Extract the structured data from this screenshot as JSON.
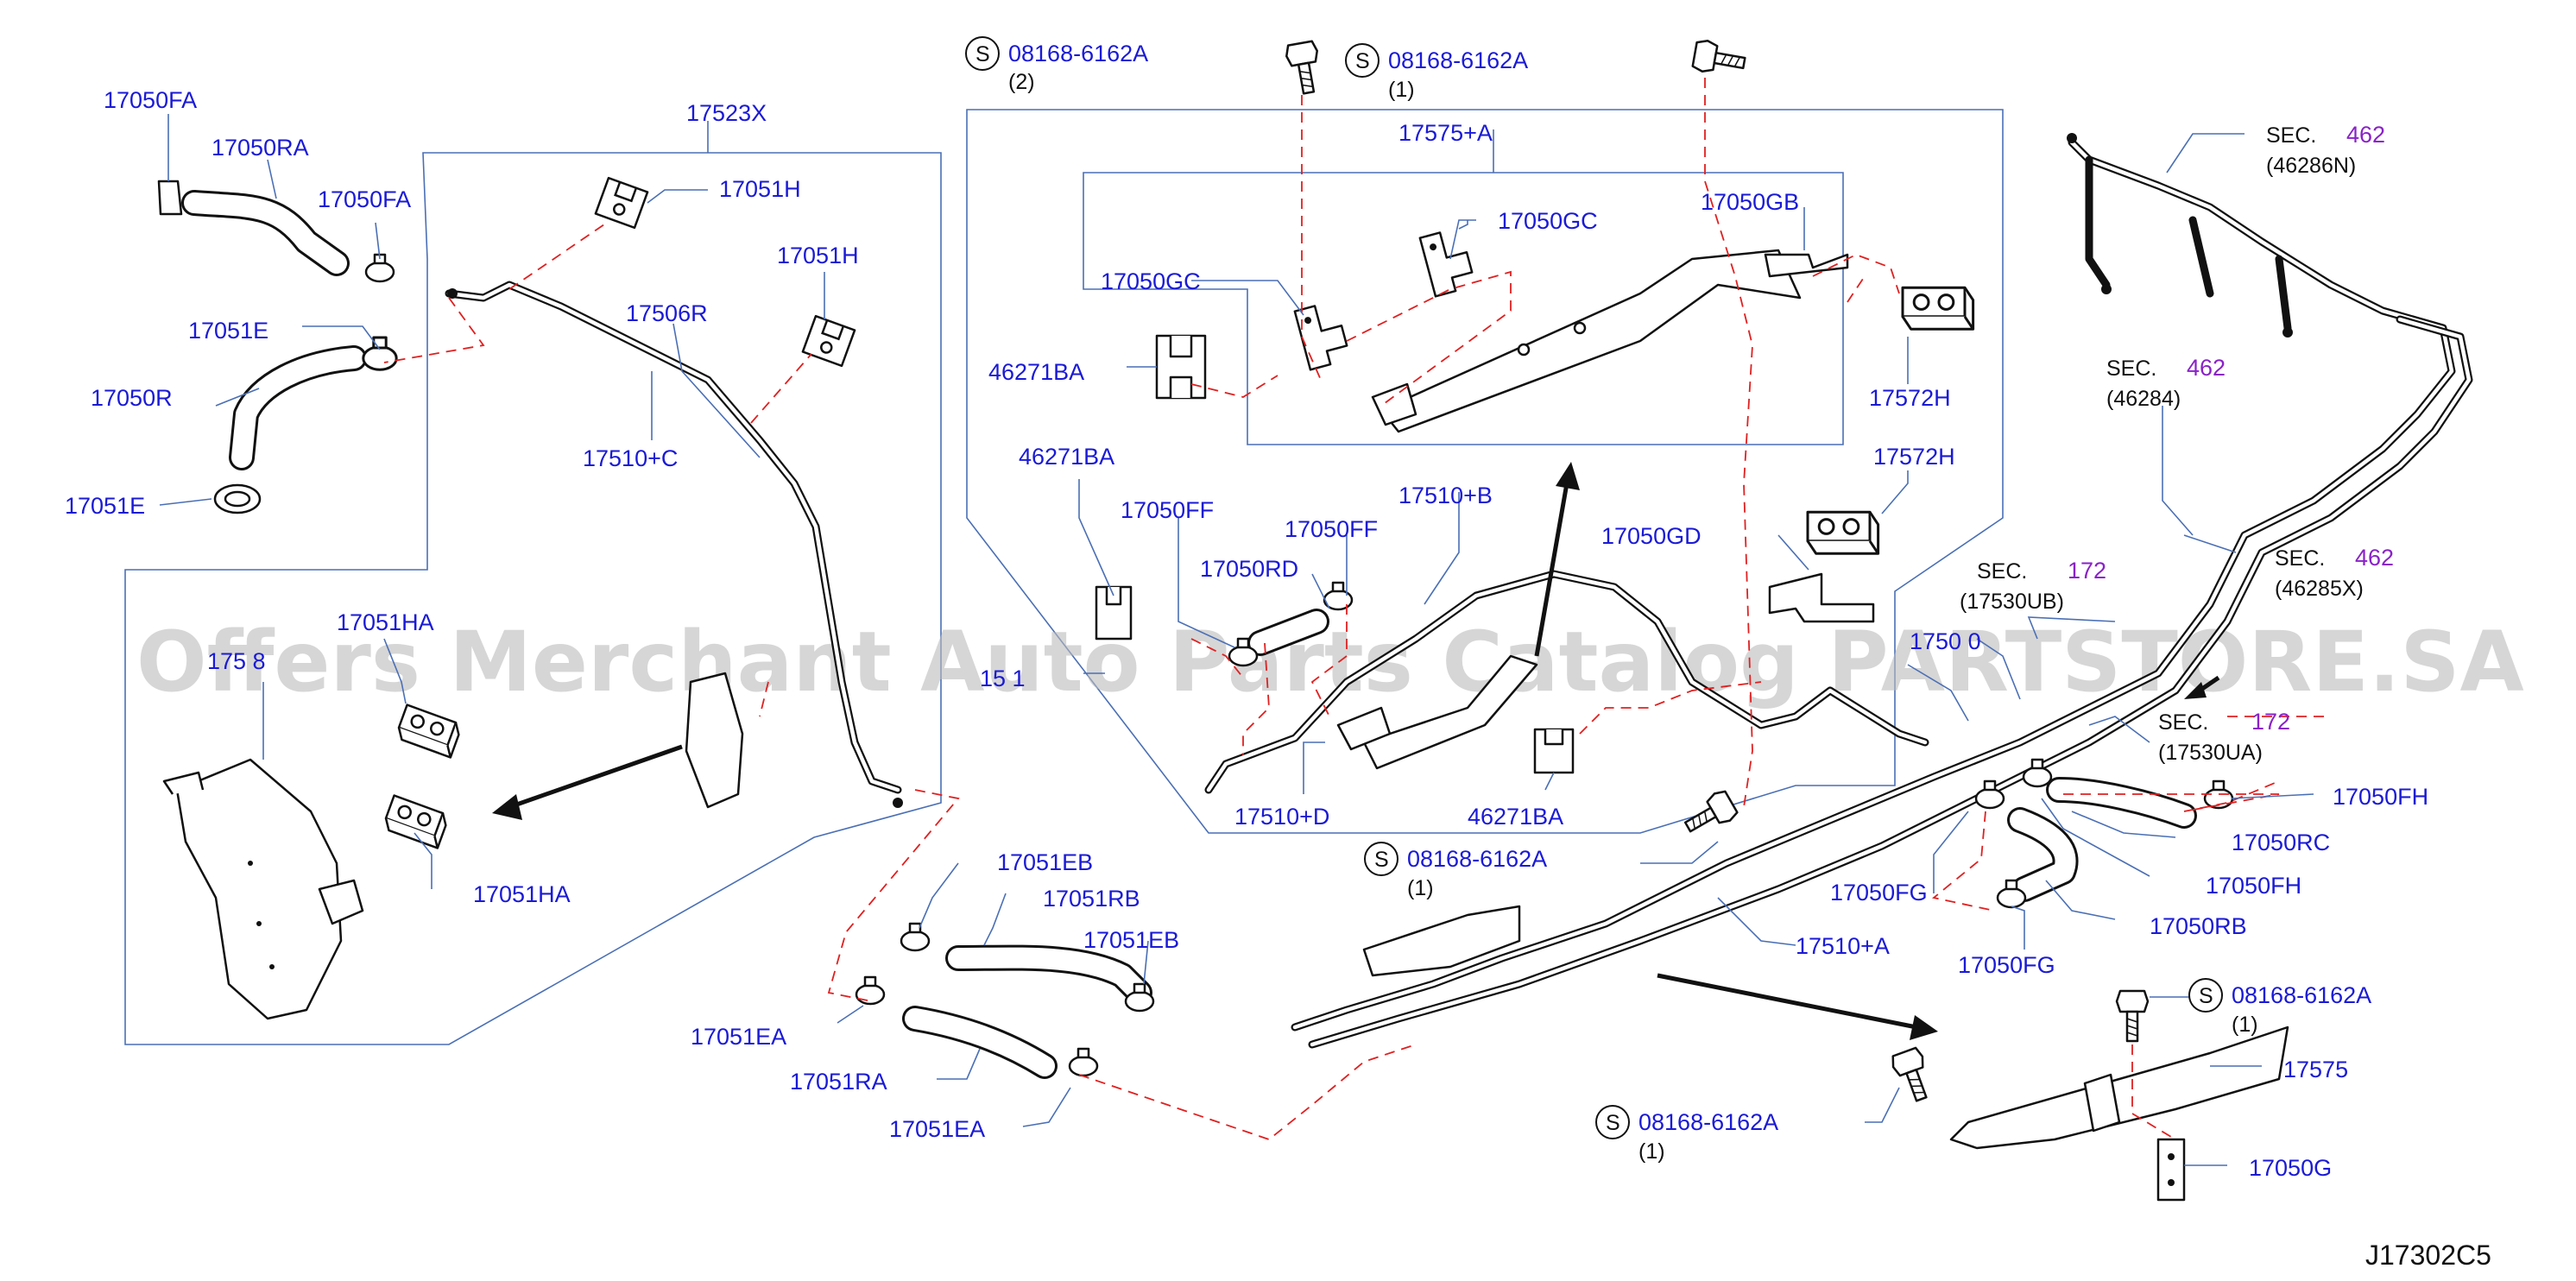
{
  "watermark": "Offers Merchant Auto Parts Catalog PARTSTORE.SA",
  "diagram_code": "J17302C5",
  "bolt_spec": {
    "symbol": "S",
    "part": "08168-6162A",
    "qty_2": "(2)",
    "qty_1": "(1)"
  },
  "labels": {
    "p17050FA": "17050FA",
    "p17050RA": "17050RA",
    "p17051E": "17051E",
    "p17050R": "17050R",
    "p17523X": "17523X",
    "p17051H": "17051H",
    "p17506R": "17506R",
    "p17510C": "17510+C",
    "p17051HA": "17051HA",
    "p175_8": "175 8",
    "p17575A": "17575+A",
    "p17050GC": "17050GC",
    "p17050GB": "17050GB",
    "p46271BA": "46271BA",
    "p17572H": "17572H",
    "p17510B": "17510+B",
    "p17050FF": "17050FF",
    "p17050RD": "17050RD",
    "p17050GD": "17050GD",
    "p15_1": "15 1",
    "p17510D": "17510+D",
    "p17051EB": "17051EB",
    "p17051RB": "17051RB",
    "p17051EA": "17051EA",
    "p17051RA": "17051RA",
    "p17510A": "17510+A",
    "p17050FG": "17050FG",
    "p17050RB": "17050RB",
    "p17050FH": "17050FH",
    "p17050RC": "17050RC",
    "p17575": "17575",
    "p17050G": "17050G",
    "p1750_0": "1750 0"
  },
  "sections": {
    "sec_word": "SEC.",
    "s462": "462",
    "s172": "172",
    "ref_46286N": "(46286N)",
    "ref_46284": "(46284)",
    "ref_46285X": "(46285X)",
    "ref_17530UB": "(17530UB)",
    "ref_17530UA": "(17530UA)"
  }
}
